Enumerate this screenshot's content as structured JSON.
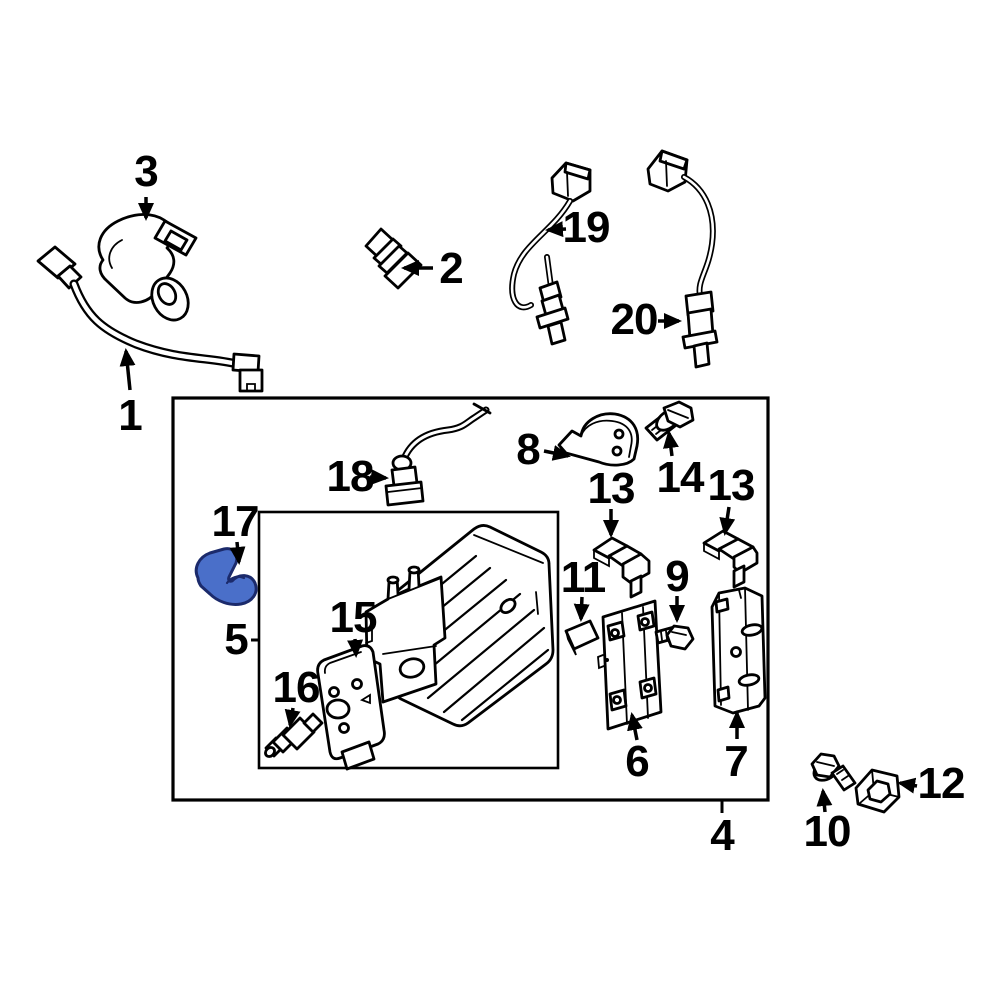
{
  "diagram": {
    "type": "parts-exploded-diagram",
    "background": "#ffffff",
    "line_color": "#000000",
    "highlight_fill": "#4a6fc9",
    "highlight_stroke": "#1b2a6b",
    "highlighted_callout": "17"
  },
  "callouts": [
    {
      "label": "1"
    },
    {
      "label": "2"
    },
    {
      "label": "3"
    },
    {
      "label": "4"
    },
    {
      "label": "5"
    },
    {
      "label": "6"
    },
    {
      "label": "7"
    },
    {
      "label": "8"
    },
    {
      "label": "9"
    },
    {
      "label": "10"
    },
    {
      "label": "11"
    },
    {
      "label": "12"
    },
    {
      "label": "13"
    },
    {
      "label": "13"
    },
    {
      "label": "14"
    },
    {
      "label": "15"
    },
    {
      "label": "16"
    },
    {
      "label": "17"
    },
    {
      "label": "18"
    },
    {
      "label": "19"
    },
    {
      "label": "20"
    }
  ]
}
